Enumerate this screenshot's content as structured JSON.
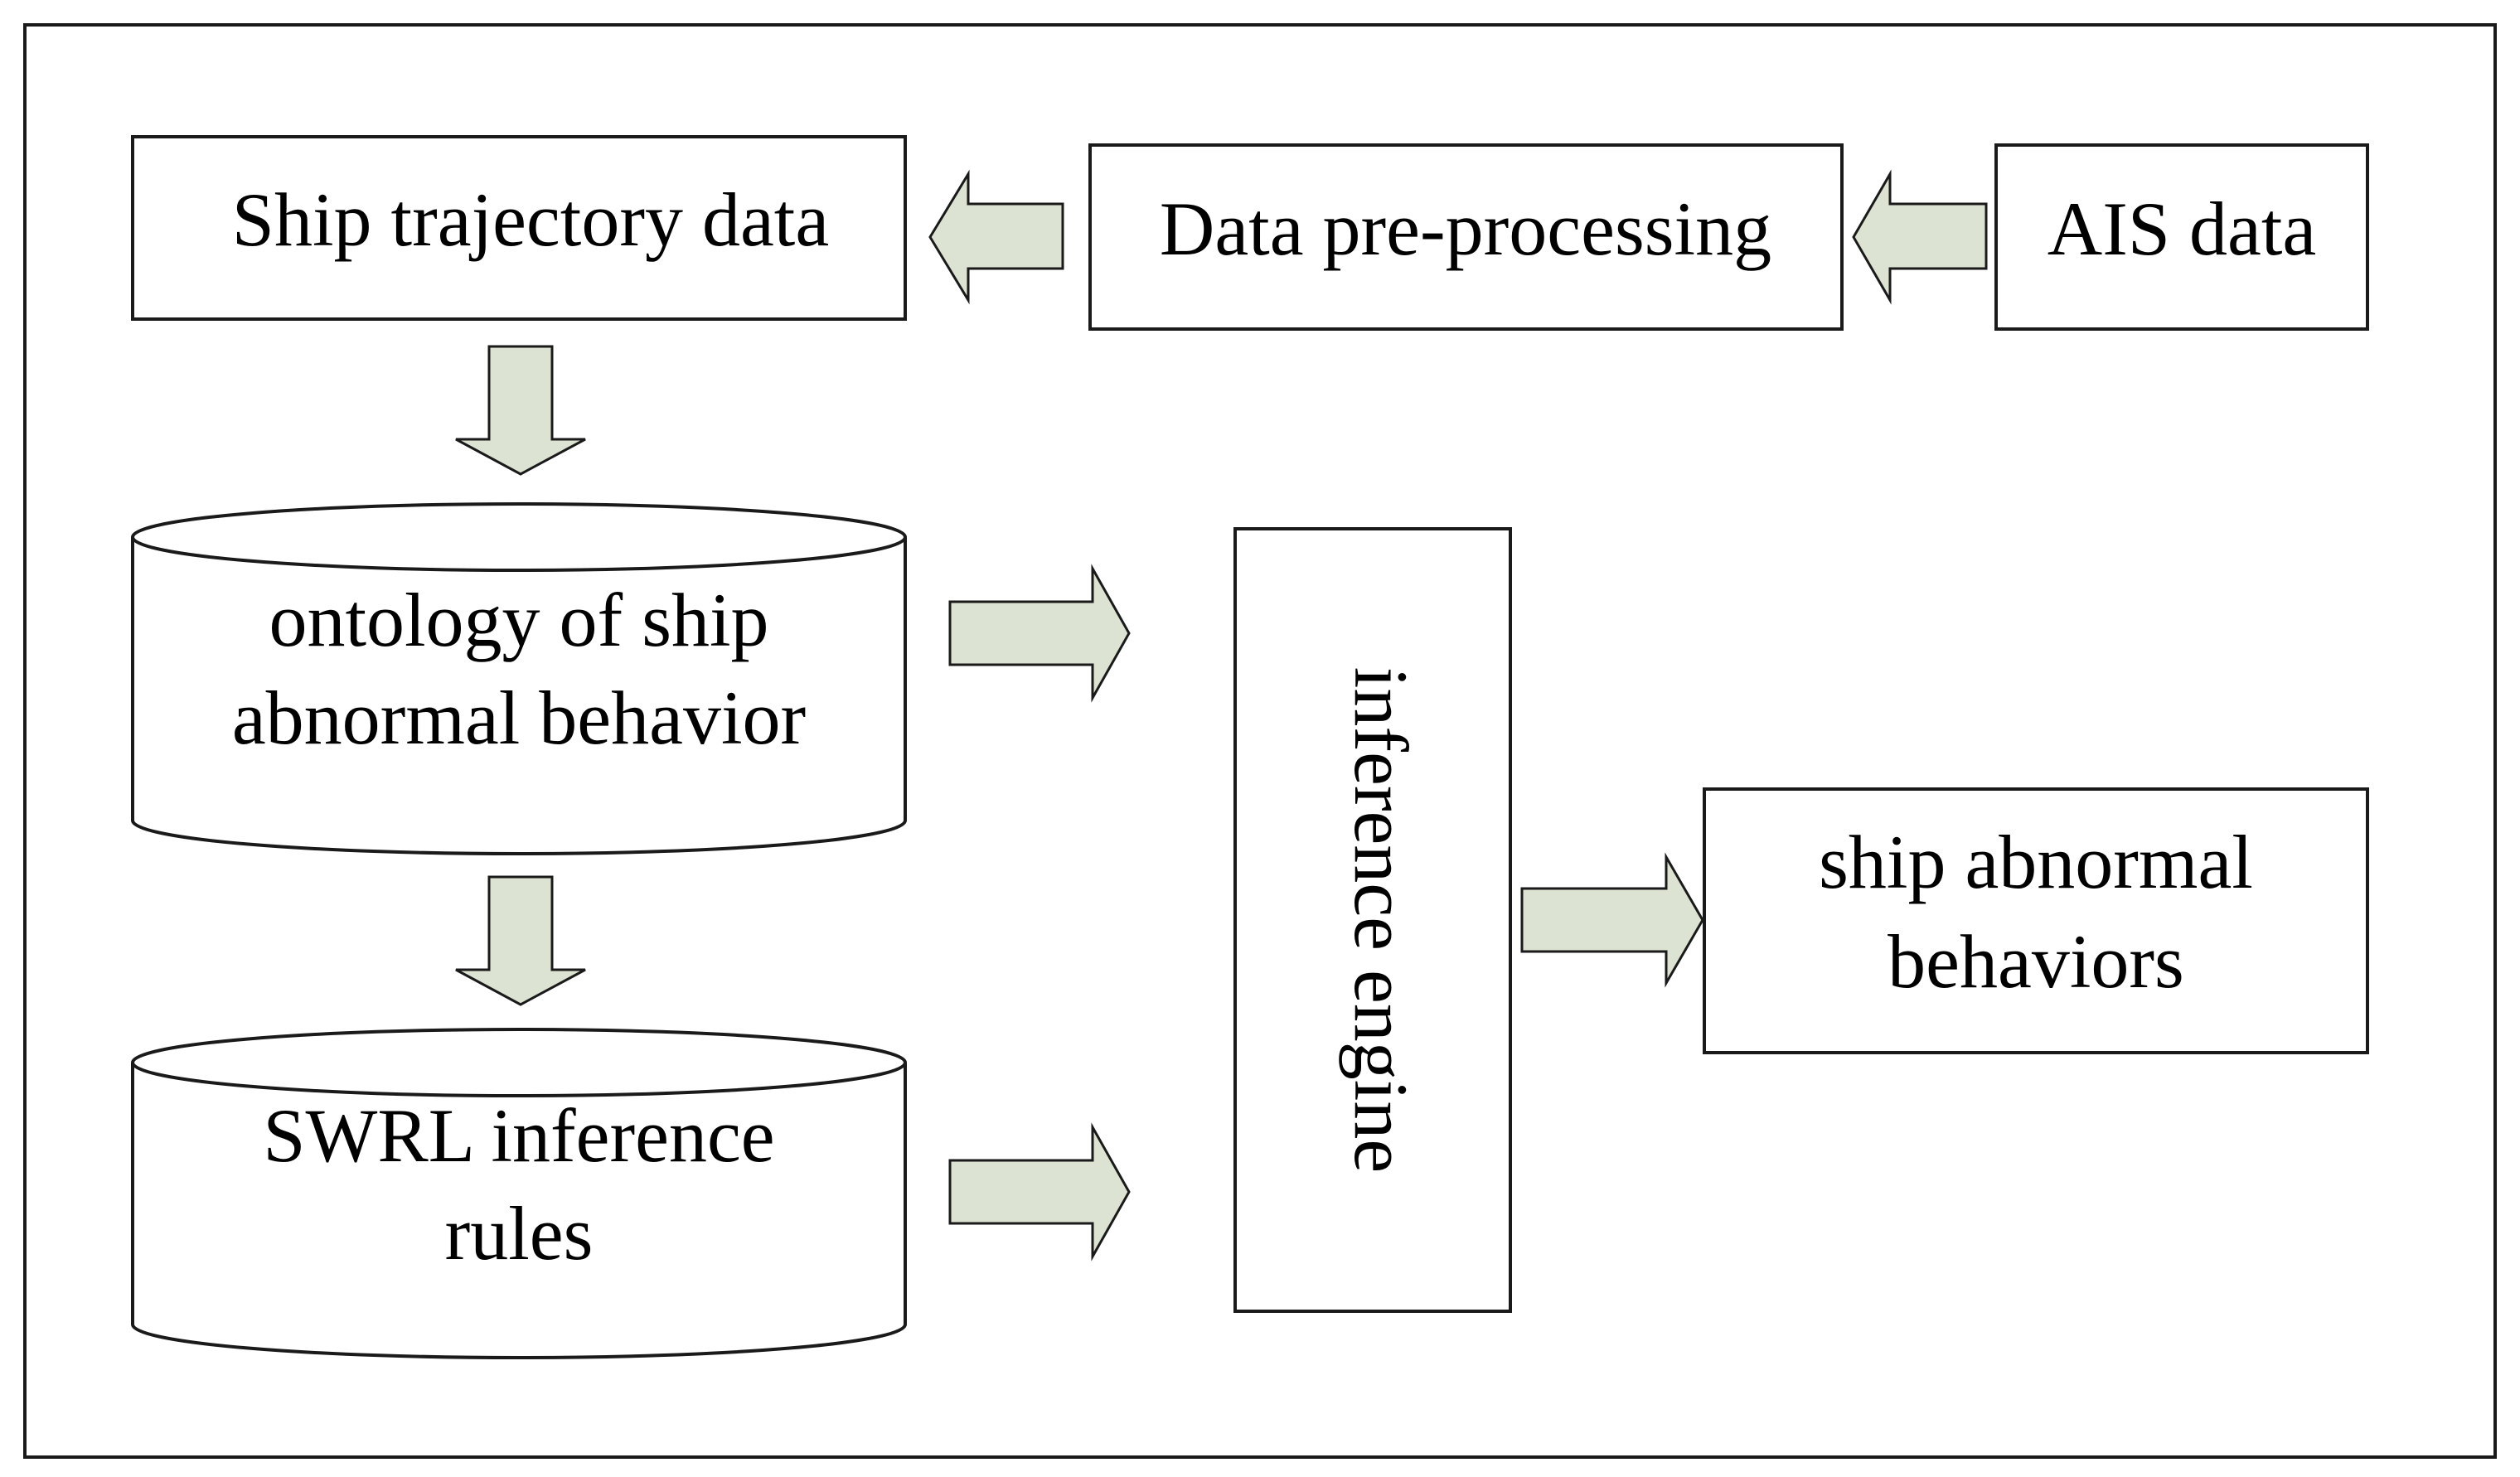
{
  "nodes": {
    "ship_trajectory_data": "Ship trajectory data",
    "data_pre_processing": "Data pre-processing",
    "ais_data": "AIS data",
    "ontology_line1": "ontology of ship",
    "ontology_line2": "abnormal  behavior",
    "swrl_line1": "SWRL inference",
    "swrl_line2": "rules",
    "inference_engine": "inference engine",
    "abnormal_line1": "ship abnormal",
    "abnormal_line2": "behaviors"
  },
  "colors": {
    "arrow_fill": "#dde3d3",
    "stroke": "#1a1a1a"
  }
}
